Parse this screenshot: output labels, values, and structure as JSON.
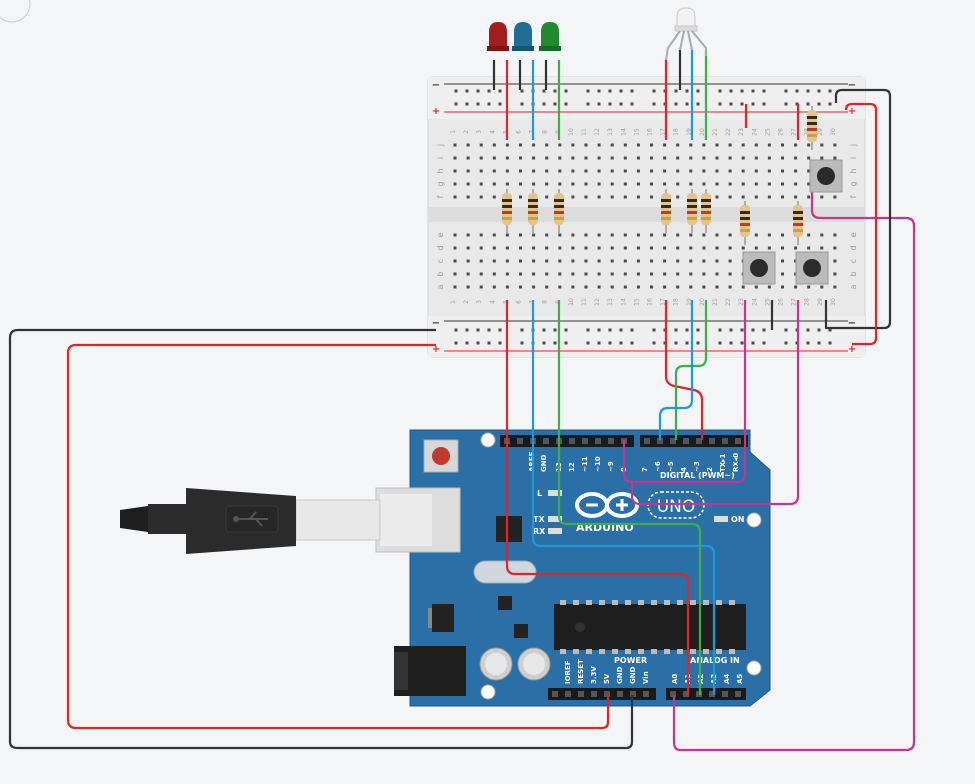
{
  "board": {
    "brand": "ARDUINO",
    "model": "UNO",
    "on_label": "ON",
    "l_label": "L",
    "tx_label": "TX",
    "rx_label": "RX",
    "digital_label": "DIGITAL (PWM~)",
    "power_label": "POWER",
    "analog_label": "ANALOG IN",
    "digital_pins": [
      "AREF",
      "GND",
      "13",
      "12",
      "~11",
      "~10",
      "~9",
      "8",
      "7",
      "~6",
      "~5",
      "4",
      "~3",
      "2",
      "TX▸1",
      "RX◂0"
    ],
    "power_pins": [
      "IOREF",
      "RESET",
      "3.3V",
      "5V",
      "GND",
      "GND",
      "Vin"
    ],
    "analog_pins": [
      "A0",
      "A1",
      "A2",
      "A3",
      "A4",
      "A5"
    ]
  },
  "breadboard": {
    "columns": [
      "1",
      "2",
      "3",
      "4",
      "5",
      "6",
      "7",
      "8",
      "9",
      "10",
      "11",
      "12",
      "13",
      "14",
      "15",
      "16",
      "17",
      "18",
      "19",
      "20",
      "21",
      "22",
      "23",
      "24",
      "25",
      "26",
      "27",
      "28",
      "29",
      "30"
    ],
    "rows_top": [
      "j",
      "i",
      "h",
      "g",
      "f"
    ],
    "rows_bottom": [
      "e",
      "d",
      "c",
      "b",
      "a"
    ],
    "minus": "−",
    "plus": "+"
  },
  "colors": {
    "wire_red": "#e2232a",
    "wire_black": "#333333",
    "wire_blue": "#1e9ad6",
    "wire_green": "#3dae49",
    "wire_magenta": "#c4358f",
    "led_red": "#a31d1d",
    "led_blue": "#1e6f93",
    "led_green": "#1f8a2e",
    "board_blue": "#2a6fa6"
  }
}
